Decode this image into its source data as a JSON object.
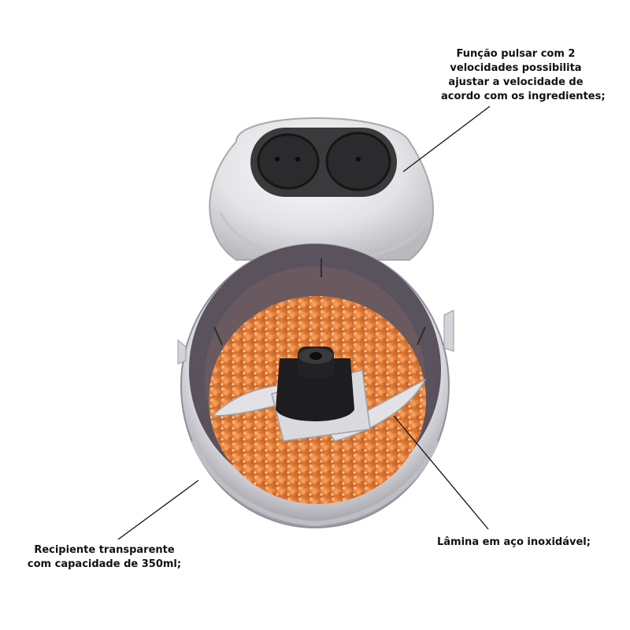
{
  "callouts": {
    "pulse": {
      "lines": [
        "Função pulsar com 2",
        "velocidades possibilita",
        "ajustar a velocidade de",
        "acordo com os ingredientes;"
      ]
    },
    "bowl": {
      "lines": [
        "Recipiente transparente",
        "com capacidade de 350ml;"
      ]
    },
    "blade": {
      "lines": [
        "Lâmina em aço inoxidável;"
      ]
    }
  },
  "colors": {
    "body": "#e6e6e8",
    "buttons": "#2a2a2a",
    "food": "#e8823a",
    "blade": "#dcdcdc",
    "hub": "#1a1a1a",
    "leader_line": "#111111"
  }
}
